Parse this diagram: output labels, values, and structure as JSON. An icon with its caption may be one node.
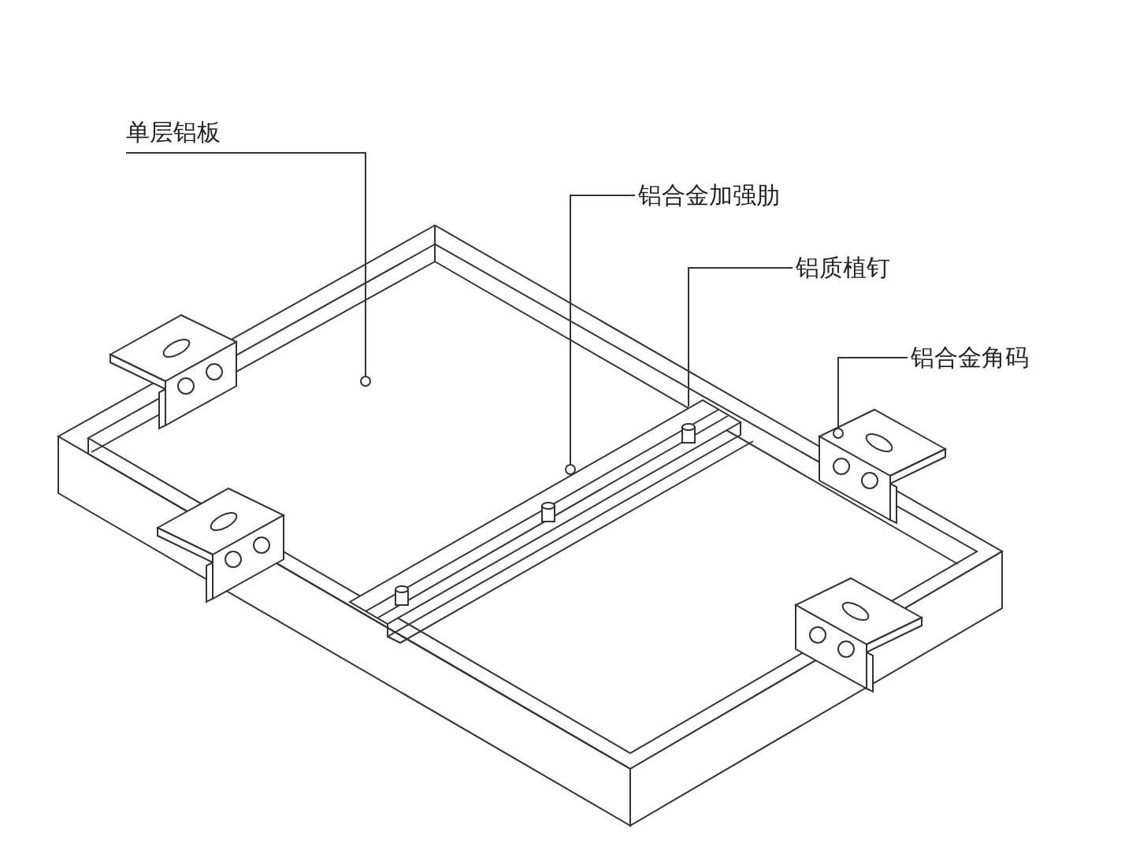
{
  "diagram": {
    "nodes": [
      {
        "text": [
          "单层铝板"
        ]
      },
      {
        "text": [
          "铝合金加强肋"
        ]
      },
      {
        "text": [
          "铝质植钉"
        ]
      },
      {
        "text": [
          "铝合金角码"
        ]
      }
    ],
    "edges": [
      {
        "from": 0,
        "to": null,
        "arrow": "other"
      },
      {
        "from": 1,
        "to": null,
        "arrow": "other"
      },
      {
        "from": 2,
        "to": null,
        "arrow": "none"
      },
      {
        "from": 3,
        "to": null,
        "arrow": "other"
      }
    ]
  }
}
